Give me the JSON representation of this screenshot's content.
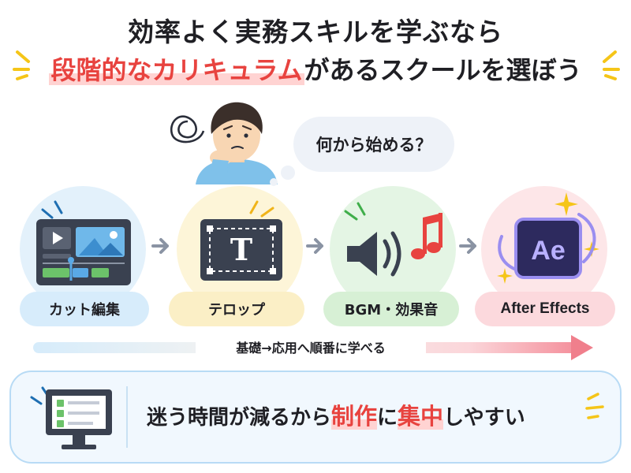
{
  "title": {
    "line1": "効率よく実務スキルを学ぶなら",
    "line2_highlight": "段階的なカリキュラム",
    "line2_rest": "があるスクールを選ぼう"
  },
  "thought_bubble": "何から始める？",
  "steps": [
    {
      "label": "カット編集",
      "icon": "video-editor-icon"
    },
    {
      "label": "テロップ",
      "icon": "text-frame-icon"
    },
    {
      "label": "BGM・効果音",
      "icon": "speaker-music-icon"
    },
    {
      "label": "After Effects",
      "icon": "after-effects-icon",
      "icon_text": "Ae"
    }
  ],
  "telop_glyph": "T",
  "progress_label": "基礎→応用へ順番に学べる",
  "bottom": {
    "text_before": "迷う時間が減るから",
    "text_highlight_1": "制作",
    "text_mid": "に",
    "text_highlight_2": "集中",
    "text_after": "しやすい",
    "icon": "checklist-monitor-icon"
  },
  "colors": {
    "highlight_red": "#e8433f",
    "blue_step": "#d7ecfb",
    "yellow_step": "#fbefc6",
    "green_step": "#d7f0d5",
    "pink_step": "#fcd9dd",
    "music_note": "#e8433f",
    "ae_purple": "#9a8ef0"
  }
}
